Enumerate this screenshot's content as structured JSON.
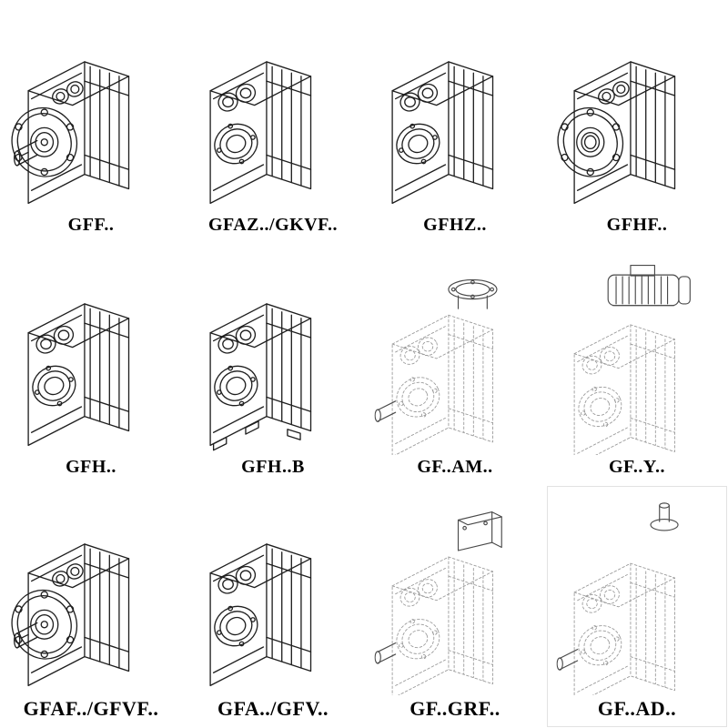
{
  "page": {
    "background": "#ffffff",
    "line_color": "#1f1f1f",
    "ghost_line_color": "#9a9a9a",
    "label_color": "#000000"
  },
  "cells": [
    {
      "label": "GFF..",
      "variant": "flange-output-solid-shaft"
    },
    {
      "label": "GFAZ../GKVF..",
      "variant": "hollow-shaft"
    },
    {
      "label": "GFHZ..",
      "variant": "hollow-shaft"
    },
    {
      "label": "GFHF..",
      "variant": "flange-hollow-shaft"
    },
    {
      "label": "GFH..",
      "variant": "hollow-shaft"
    },
    {
      "label": "GFH..B",
      "variant": "hollow-shaft-foot"
    },
    {
      "label": "GF..AM..",
      "variant": "ghost-body-iec-adapter-flange"
    },
    {
      "label": "GF..Y..",
      "variant": "ghost-body-mounted-motor"
    },
    {
      "label": "GFAF../GFVF..",
      "variant": "flange-output-solid-shaft"
    },
    {
      "label": "GFA../GFV..",
      "variant": "hollow-shaft"
    },
    {
      "label": "GF..GRF..",
      "variant": "ghost-body-input-box"
    },
    {
      "label": "GF..AD..",
      "variant": "ghost-body-input-shaft"
    }
  ]
}
